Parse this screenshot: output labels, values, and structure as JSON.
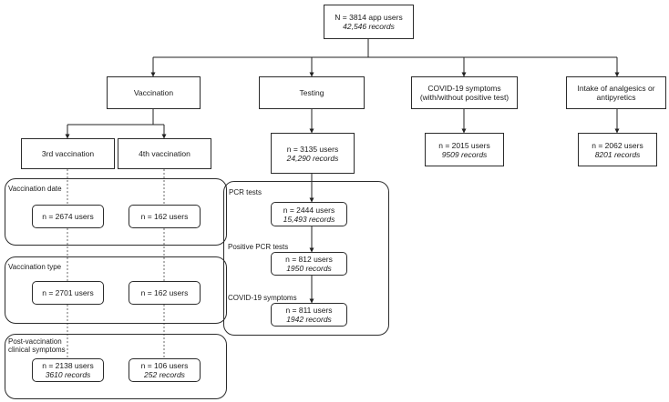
{
  "top": {
    "line1": "N = 3814 app users",
    "line2": "42,546 records"
  },
  "categories": {
    "vaccination": "Vaccination",
    "testing": "Testing",
    "symptoms": {
      "line1": "COVID-19 symptoms",
      "line2": "(with/without positive test)"
    },
    "analgesics": {
      "line1": "Intake of analgesics or",
      "line2": "antipyretics"
    }
  },
  "vaccination": {
    "third": "3rd vaccination",
    "fourth": "4th vaccination",
    "groups": {
      "date": {
        "label": "Vaccination date",
        "third": "n = 2674 users",
        "fourth": "n = 162 users"
      },
      "type": {
        "label": "Vaccination type",
        "third": "n = 2701 users",
        "fourth": "n = 162 users"
      },
      "post": {
        "label_line1": "Post-vaccination",
        "label_line2": "clinical symptoms",
        "third": {
          "line1": "n = 2138 users",
          "line2": "3610 records"
        },
        "fourth": {
          "line1": "n = 106 users",
          "line2": "252 records"
        }
      }
    }
  },
  "testing": {
    "total": {
      "line1": "n = 3135 users",
      "line2": "24,290 records"
    },
    "pcr": {
      "label": "PCR tests",
      "line1": "n = 2444 users",
      "line2": "15,493 records"
    },
    "positive": {
      "label": "Positive PCR tests",
      "line1": "n = 812 users",
      "line2": "1950 records"
    },
    "symptoms": {
      "label": "COVID-19 symptoms",
      "line1": "n = 811 users",
      "line2": "1942 records"
    }
  },
  "symptoms_total": {
    "line1": "n = 2015 users",
    "line2": "9509 records"
  },
  "analgesics_total": {
    "line1": "n = 2062 users",
    "line2": "8201 records"
  }
}
